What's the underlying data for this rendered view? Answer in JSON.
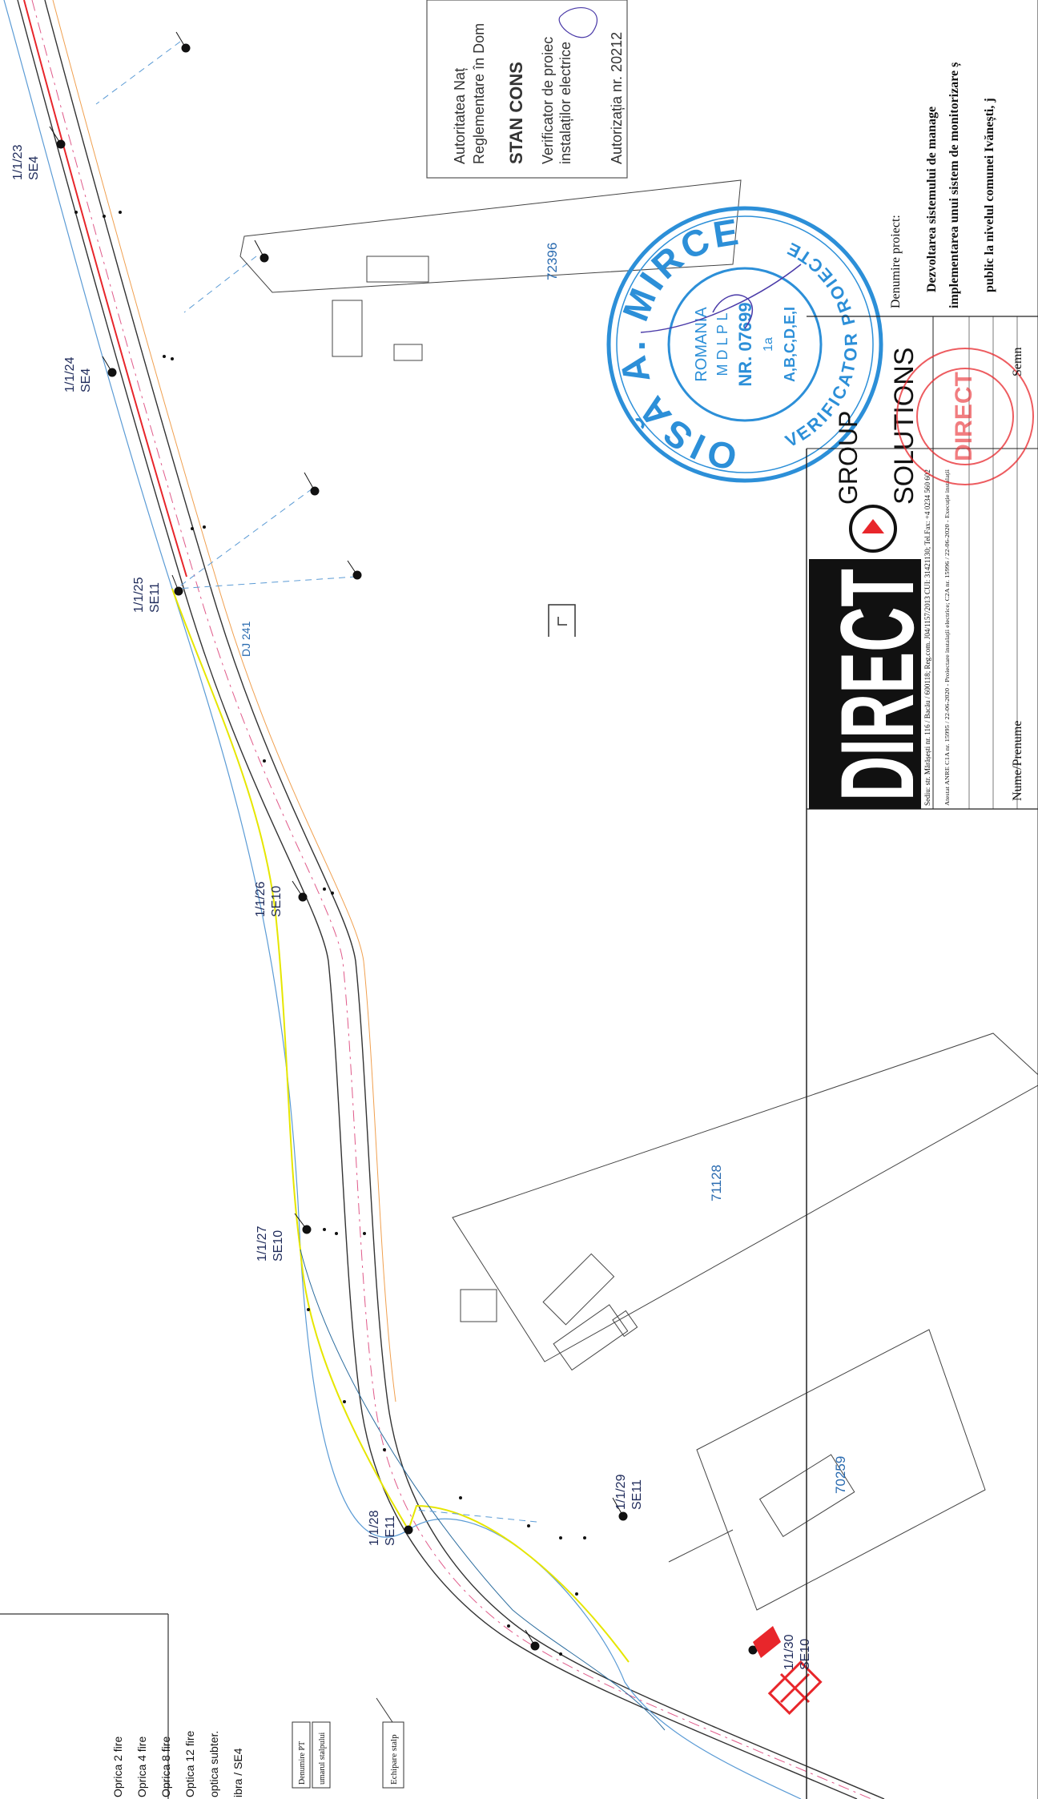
{
  "poles": [
    {
      "id": "1/1/23",
      "type": "SE4"
    },
    {
      "id": "1/1/24",
      "type": "SE4"
    },
    {
      "id": "1/1/25",
      "type": "SE11"
    },
    {
      "id": "1/1/26",
      "type": "SE10"
    },
    {
      "id": "1/1/27",
      "type": "SE10"
    },
    {
      "id": "1/1/28",
      "type": "SE11"
    },
    {
      "id": "1/1/29",
      "type": "SE11"
    },
    {
      "id": "1/1/30",
      "type": "SE10"
    }
  ],
  "parcels": [
    "72396",
    "71128",
    "70259"
  ],
  "road_label": "DJ 241",
  "legend": {
    "items": [
      "Oprica 2 fire",
      "Oprica 4 fire",
      "Oprica 8 fire",
      "Optica 12 fire",
      "optica subter.",
      "ibra / SE4"
    ],
    "box_pt": "Denumire PT",
    "box_stalp": "umarul stalpului",
    "echipare": "Echipare stalp"
  },
  "authority": {
    "line1": "Autoritatea Naț",
    "line2": "Reglementare în Dom",
    "name": "STAN CONS",
    "role1": "Verificator de proiec",
    "role2": "instalaților electrice",
    "auth": "Autorizația nr. 20212"
  },
  "stamp": {
    "name_top": "MOISĂ A. MIRCEA",
    "bottom": "VERIFICATOR PROIECTE",
    "country": "ROMANIA",
    "ministry": "M D L P L",
    "number": "NR. 07699",
    "grade": "1a",
    "classes": "A,B,C,D,E,I"
  },
  "company": {
    "logo": "DIRECT",
    "group": "GROUP",
    "solutions": "SOLUTIONS",
    "address": "Sediu: str. Mărășești nr. 116 / Bacău / 600118; Reg.com. J04/1157/2013 CUI: 31421130; Tel.Fax: +4 0234 560 602",
    "anre": "Atestat ANRE  C1A nr. 15995 / 22-06-2020 - Proiectare instalații electrice; C2A nr. 15996 / 22-06-2020 - Execuție instalații",
    "nume": "Nume/Prenume",
    "semn": "Semn"
  },
  "project": {
    "label": "Denumire proiect:",
    "line1": "Dezvoltarea sistemului de manage",
    "line2": "implementarea unui sistem de monitorizare ș",
    "line3": "public la nivelul comunei Ivănești, j"
  },
  "colors": {
    "fiber": "#5b9bd5",
    "fiber_dark": "#2b6c9e",
    "yellow": "#e6e600",
    "red": "#e8262b",
    "orange": "#f0a050",
    "parcel_text": "#2a6bb0",
    "stamp": "#2c8fd8"
  }
}
